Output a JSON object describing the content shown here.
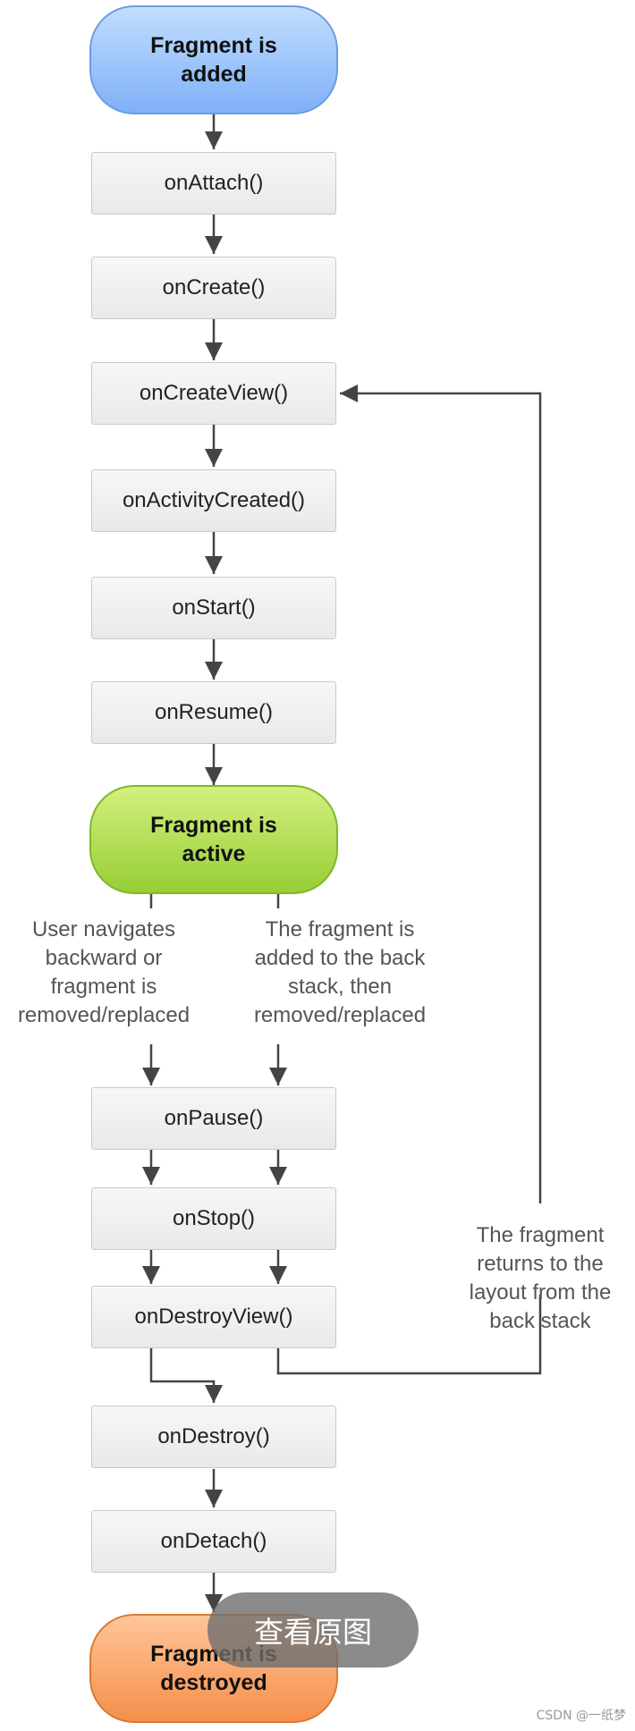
{
  "states": {
    "added": "Fragment is added",
    "active": "Fragment is active",
    "destroyed": "Fragment is destroyed"
  },
  "callbacks": {
    "onAttach": "onAttach()",
    "onCreate": "onCreate()",
    "onCreateView": "onCreateView()",
    "onActivityCreated": "onActivityCreated()",
    "onStart": "onStart()",
    "onResume": "onResume()",
    "onPause": "onPause()",
    "onStop": "onStop()",
    "onDestroyView": "onDestroyView()",
    "onDestroy": "onDestroy()",
    "onDetach": "onDetach()"
  },
  "notes": {
    "left": "User navigates\nbackward or\nfragment is\nremoved/replaced",
    "right": "The fragment is\nadded to the back\nstack, then\nremoved/replaced",
    "back": "The fragment\nreturns to the\nlayout from the\nback stack"
  },
  "overlay": {
    "view_original": "查看原图"
  },
  "watermark": "CSDN @一纸梦",
  "colors": {
    "added": "#7fb1f7",
    "active": "#97ce35",
    "destroyed": "#f58f4b",
    "connector": "#444444"
  }
}
